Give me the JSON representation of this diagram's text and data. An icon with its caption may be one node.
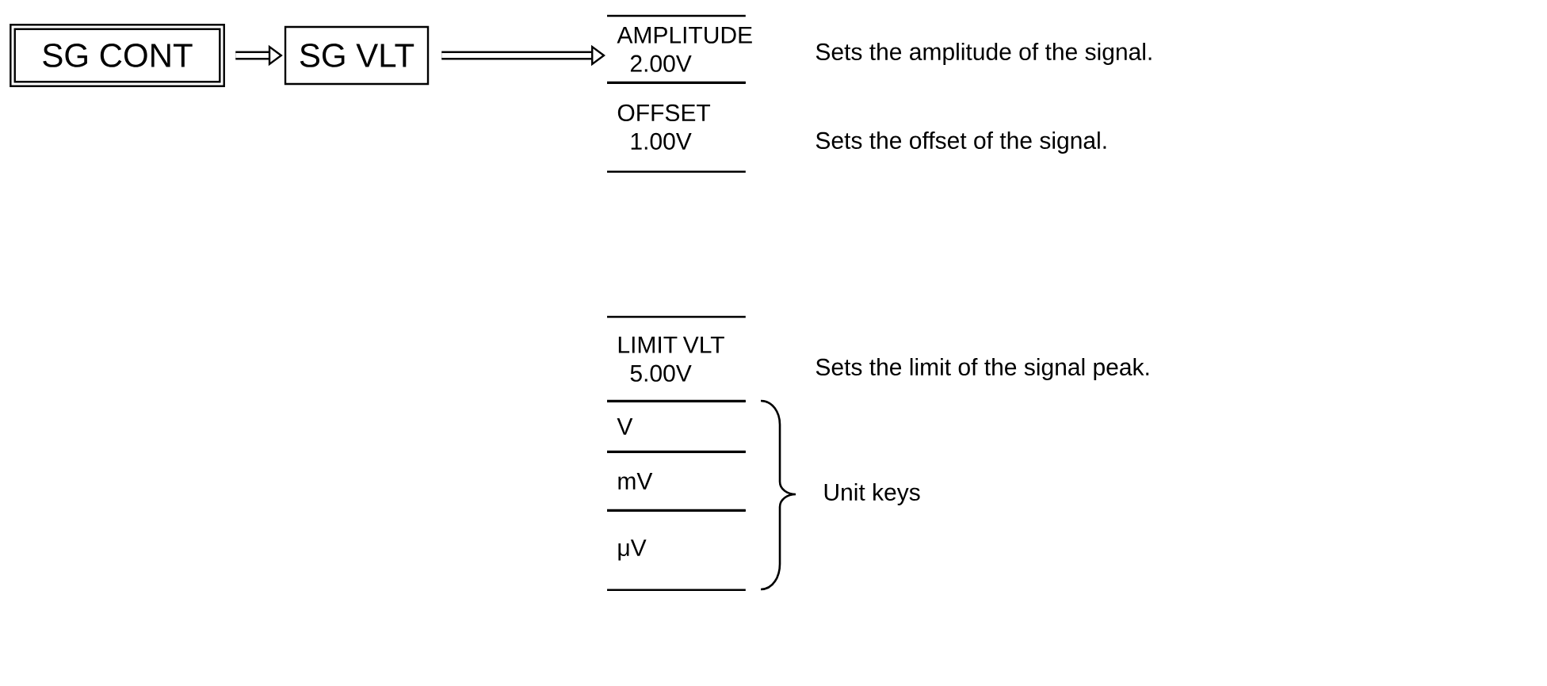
{
  "diagram": {
    "nodes": [
      {
        "text": [
          "SG CONT"
        ]
      },
      {
        "text": [
          "SG VLT"
        ]
      },
      {
        "text": [
          "AMPLITUDE",
          "2.00V"
        ],
        "beside": [
          "Sets the amplitude of the signal."
        ]
      },
      {
        "text": [
          "OFFSET",
          "1.00V"
        ],
        "beside": [
          "Sets the offset of the signal."
        ]
      },
      {
        "text": [
          "LIMIT VLT",
          "5.00V"
        ],
        "beside": [
          "Sets the limit of the signal peak."
        ]
      },
      {
        "text": [
          "V"
        ]
      },
      {
        "text": [
          "mV"
        ]
      },
      {
        "text": [
          "μV"
        ]
      }
    ],
    "edges": [
      {
        "from": 0,
        "to": 1,
        "arrow": "to"
      },
      {
        "from": 1,
        "to": 2,
        "arrow": "to"
      }
    ],
    "labels": [
      "Unit keys"
    ]
  }
}
